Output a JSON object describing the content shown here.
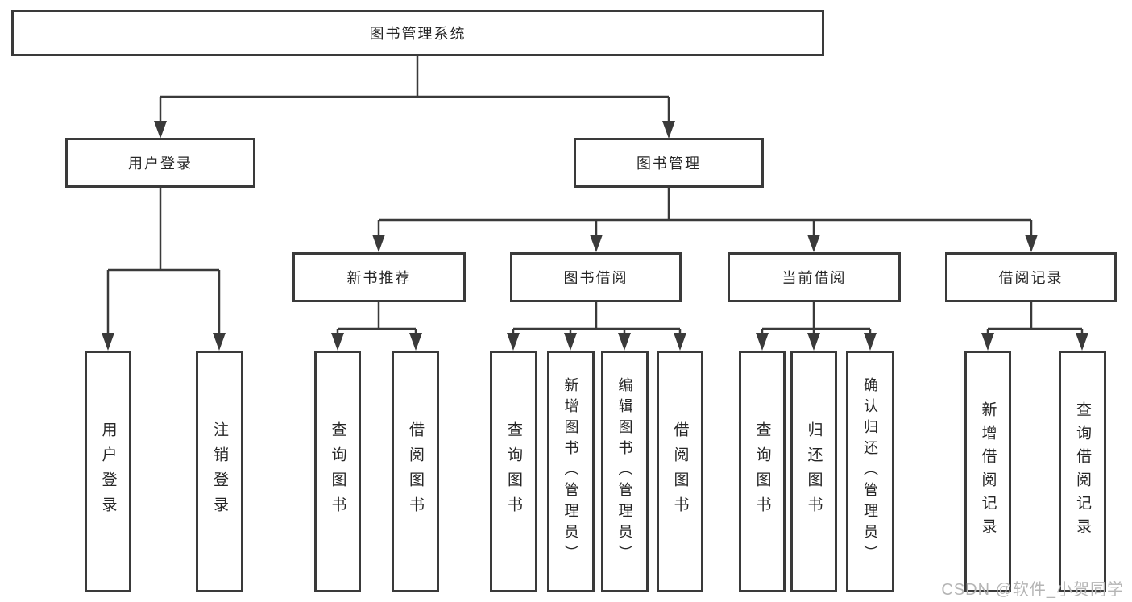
{
  "tree": {
    "label": "图书管理系统",
    "children": [
      {
        "label": "用户登录",
        "children": [
          {
            "label": "用户登录"
          },
          {
            "label": "注销登录"
          }
        ]
      },
      {
        "label": "图书管理",
        "children": [
          {
            "label": "新书推荐",
            "children": [
              {
                "label": "查询图书"
              },
              {
                "label": "借阅图书"
              }
            ]
          },
          {
            "label": "图书借阅",
            "children": [
              {
                "label": "查询图书"
              },
              {
                "label": "新增图书（管理员）"
              },
              {
                "label": "编辑图书（管理员）"
              },
              {
                "label": "借阅图书"
              }
            ]
          },
          {
            "label": "当前借阅",
            "children": [
              {
                "label": "查询图书"
              },
              {
                "label": "归还图书"
              },
              {
                "label": "确认归还（管理员）"
              }
            ]
          },
          {
            "label": "借阅记录",
            "children": [
              {
                "label": "新增借阅记录"
              },
              {
                "label": "查询借阅记录"
              }
            ]
          }
        ]
      }
    ]
  },
  "watermark": "CSDN @软件_小贺同学",
  "colors": {
    "line": "#3a3a3a",
    "box_border": "#3a3a3a",
    "box_fill": "#ffffff",
    "text": "#262626",
    "watermark": "#b5b5b5",
    "background": "#ffffff"
  }
}
